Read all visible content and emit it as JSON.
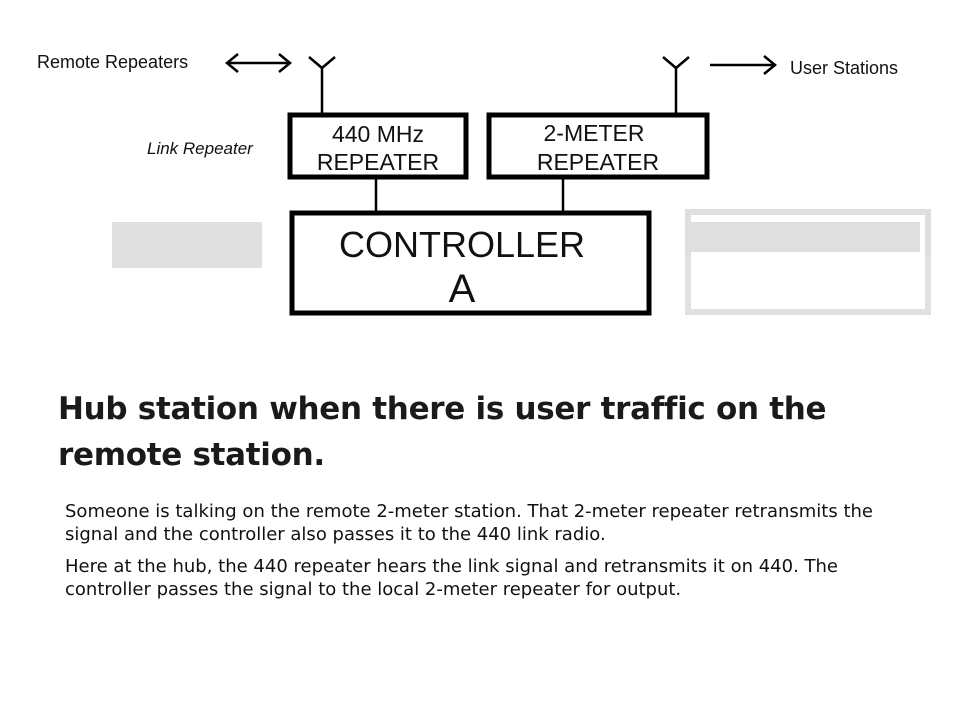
{
  "diagram": {
    "remote_repeaters_label": "Remote Repeaters",
    "user_stations_label": "User Stations",
    "link_repeater_label": "Link Repeater",
    "box_440": {
      "line1": "440 MHz",
      "line2": "REPEATER"
    },
    "box_2m": {
      "line1": "2-METER",
      "line2": "REPEATER"
    },
    "controller": {
      "line1": "CONTROLLER",
      "line2": "A"
    }
  },
  "slide": {
    "title": "Hub station when there is user traffic on the remote station.",
    "paragraphs": [
      "Someone is talking on the remote 2-meter station. That 2-meter repeater retransmits the signal and the controller also passes it to the 440 link radio.",
      "Here at the hub, the 440 repeater hears the link signal and retransmits it on 440. The controller passes the signal to the local 2-meter repeater for output."
    ]
  }
}
